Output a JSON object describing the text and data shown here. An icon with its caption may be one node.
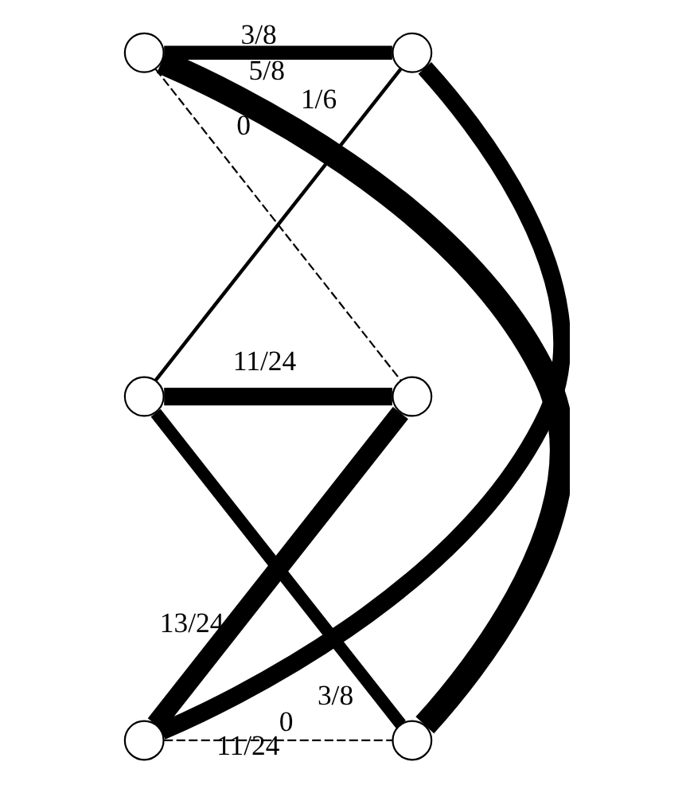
{
  "diagram": {
    "nodes": [
      {
        "text": [],
        "shape": "circle"
      },
      {
        "text": [],
        "shape": "circle"
      },
      {
        "text": [],
        "shape": "circle"
      },
      {
        "text": [],
        "shape": "circle"
      },
      {
        "text": [],
        "shape": "circle"
      },
      {
        "text": [],
        "shape": "circle"
      }
    ],
    "edges": [
      {
        "from": 0,
        "to": 1,
        "arrow": "none",
        "label": "3/8"
      },
      {
        "from": 0,
        "to": 3,
        "arrow": "none",
        "label": "0",
        "style": "dashed"
      },
      {
        "from": 0,
        "to": 5,
        "arrow": "none",
        "label": "5/8"
      },
      {
        "from": 1,
        "to": 2,
        "arrow": "none",
        "label": "1/6"
      },
      {
        "from": 1,
        "to": 4,
        "arrow": "none",
        "label": "11/24"
      },
      {
        "from": 2,
        "to": 3,
        "arrow": "none",
        "label": "11/24"
      },
      {
        "from": 2,
        "to": 5,
        "arrow": "none",
        "label": "3/8"
      },
      {
        "from": 3,
        "to": 4,
        "arrow": "none",
        "label": "13/24"
      },
      {
        "from": 4,
        "to": 5,
        "arrow": "none",
        "label": "0",
        "style": "dashed"
      }
    ]
  }
}
